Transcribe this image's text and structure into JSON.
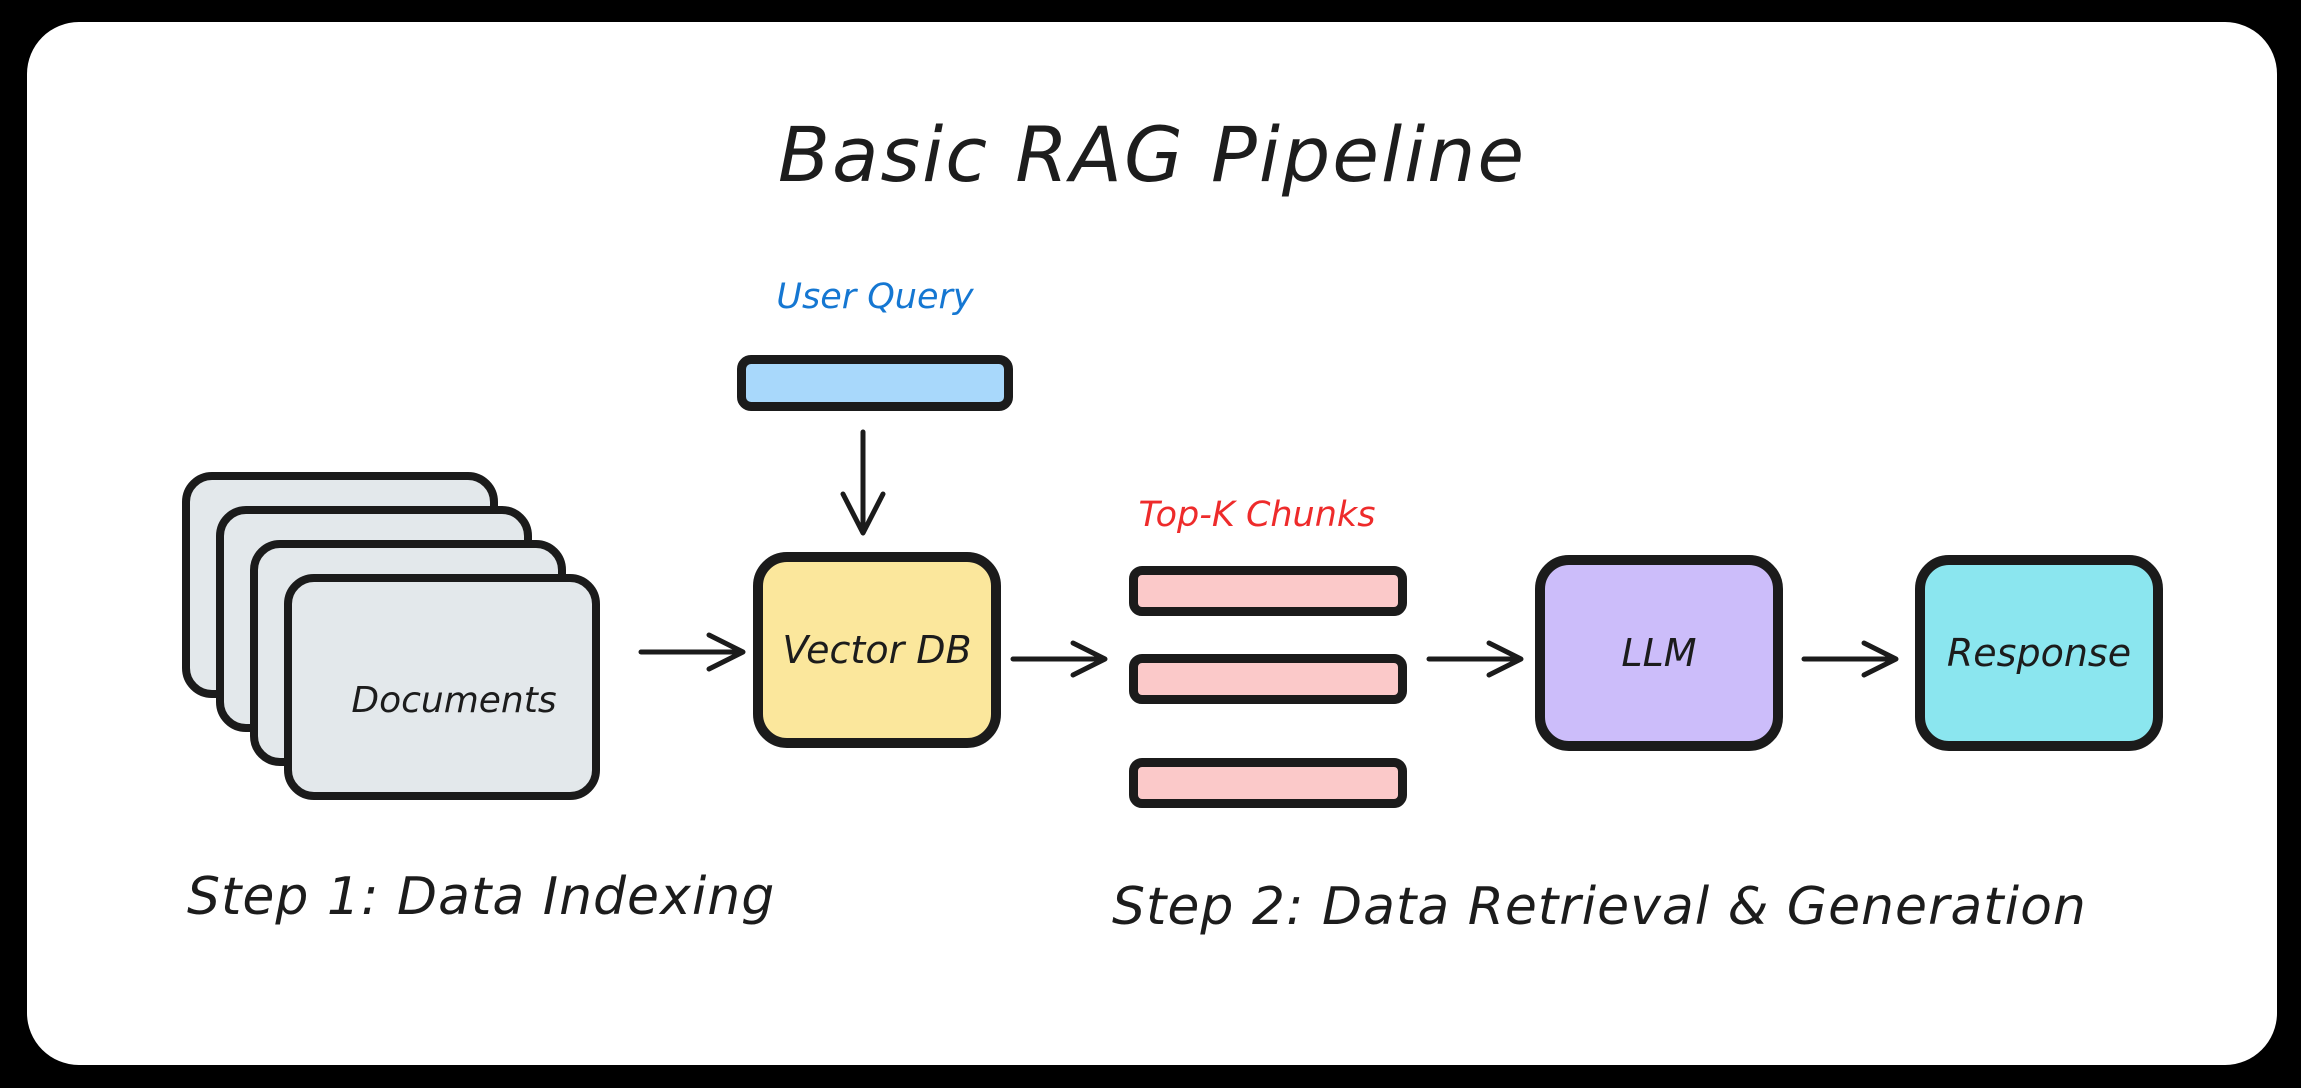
{
  "diagram": {
    "title": "Basic RAG Pipeline",
    "type": "flow-diagram",
    "background_color": "#000000",
    "canvas_color": "#ffffff"
  },
  "user_query": {
    "label": "User Query",
    "label_color": "#1577d2",
    "bar_fill": "#a8d8fb",
    "stroke": "#1b1b1b"
  },
  "documents": {
    "label": "Documents",
    "card_count": 4,
    "fill": "#e3e8eb",
    "stroke": "#1b1b1b"
  },
  "vector_db": {
    "label": "Vector DB",
    "fill": "#fbe79c",
    "stroke": "#1b1b1b"
  },
  "chunks": {
    "label": "Top-K Chunks",
    "label_color": "#ee2b2b",
    "bar_count": 3,
    "fill": "#fbc9c9",
    "stroke": "#1b1b1b"
  },
  "llm": {
    "label": "LLM",
    "fill": "#ccbdfa",
    "stroke": "#1b1b1b"
  },
  "response": {
    "label": "Response",
    "fill": "#8be6ef",
    "stroke": "#1b1b1b"
  },
  "steps": {
    "step1": "Step 1: Data Indexing",
    "step2": "Step 2: Data Retrieval & Generation"
  },
  "arrows": [
    {
      "name": "user-query-to-vector-db",
      "direction": "down"
    },
    {
      "name": "documents-to-vector-db",
      "direction": "right"
    },
    {
      "name": "vector-db-to-chunks",
      "direction": "right"
    },
    {
      "name": "chunks-to-llm",
      "direction": "right"
    },
    {
      "name": "llm-to-response",
      "direction": "right"
    }
  ]
}
